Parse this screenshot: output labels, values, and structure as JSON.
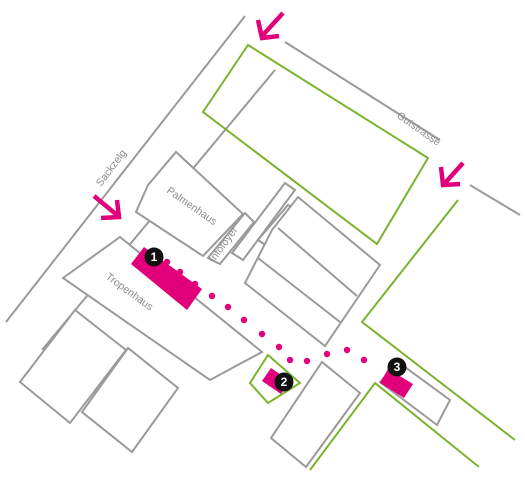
{
  "map": {
    "labels": {
      "sackzelg": "Sackzelg",
      "gutstrasse": "Gutstrasse",
      "palmenhaus": "Palmenhaus",
      "infofoyer": "Infofoyer",
      "tropenhaus": "Tropenhaus"
    },
    "markers": [
      {
        "number": "1"
      },
      {
        "number": "2"
      },
      {
        "number": "3"
      }
    ],
    "entrance_arrow_count": 3,
    "colors": {
      "accent": "#e2007a",
      "green_area": "#7ab32e",
      "building_outline": "#9a9a9a",
      "marker_fill": "#111111",
      "label_text": "#8c8c8c"
    },
    "icons": {
      "entrance": "entrance-arrow-icon",
      "marker": "numbered-marker-icon",
      "path": "dotted-route"
    }
  }
}
